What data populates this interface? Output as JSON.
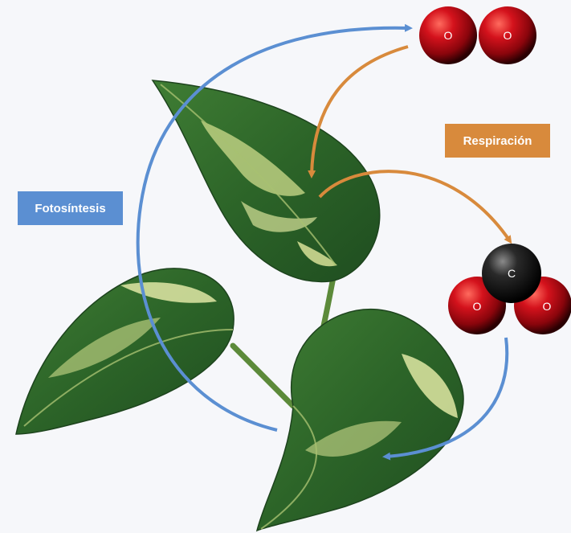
{
  "labels": {
    "photosynthesis": "Fotosíntesis",
    "respiration": "Respiración"
  },
  "molecules": {
    "o2": {
      "atoms": [
        "O",
        "O"
      ]
    },
    "co2": {
      "atoms": [
        "C",
        "O",
        "O"
      ]
    }
  },
  "colors": {
    "photosynthesis": "#5b8fd2",
    "respiration": "#d88a3c",
    "oxygen": "#c0121a",
    "carbon": "#1a1a1a",
    "leaf": "#2e6b2e",
    "leaf_variegation": "#d9e39a"
  }
}
